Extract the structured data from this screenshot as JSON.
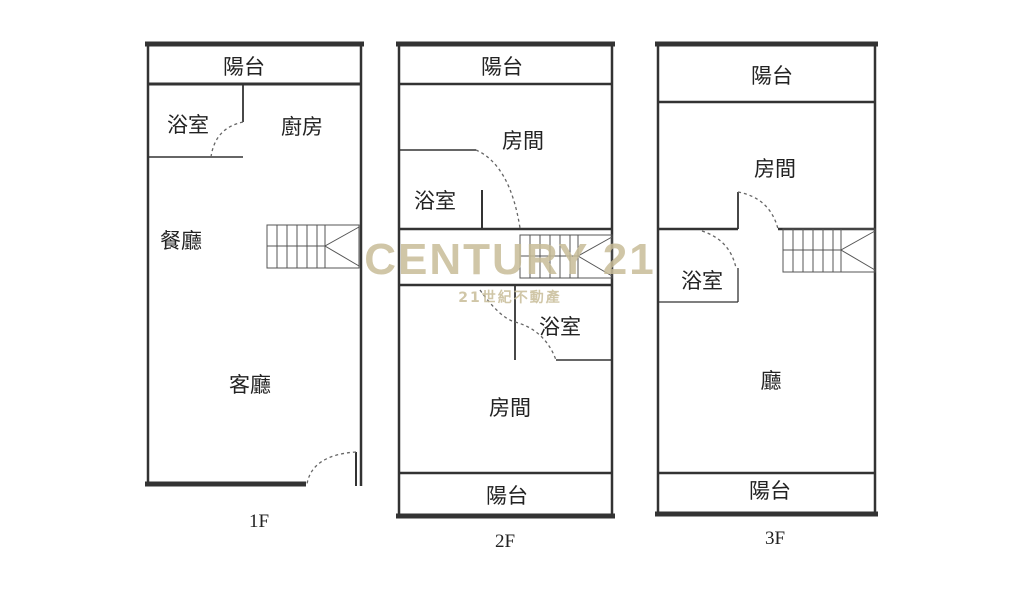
{
  "floors": [
    {
      "label": "1F",
      "rooms": [
        "陽台",
        "浴室",
        "廚房",
        "餐廳",
        "客廳"
      ]
    },
    {
      "label": "2F",
      "rooms": [
        "陽台",
        "房間",
        "浴室",
        "浴室",
        "房間",
        "陽台"
      ]
    },
    {
      "label": "3F",
      "rooms": [
        "陽台",
        "房間",
        "浴室",
        "廳",
        "陽台"
      ]
    }
  ],
  "watermark": {
    "brand": "CENTURY 21",
    "subtitle": "21世紀不動產",
    "color": "#c8bd98"
  }
}
